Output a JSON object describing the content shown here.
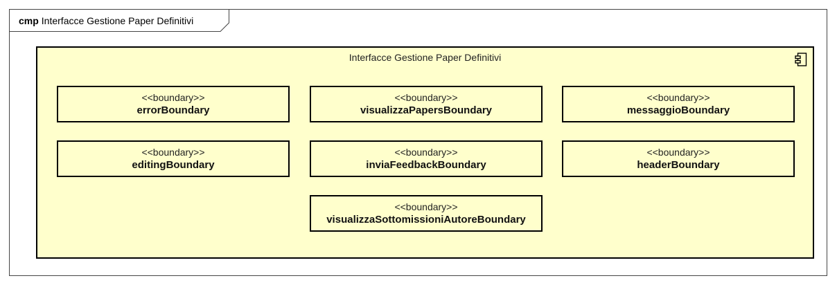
{
  "frame": {
    "kind": "cmp",
    "title": "Interfacce Gestione Paper Definitivi"
  },
  "component": {
    "title": "Interfacce Gestione Paper Definitivi",
    "icon": "component-icon"
  },
  "boundaries": [
    {
      "stereotype": "<<boundary>>",
      "name": "errorBoundary"
    },
    {
      "stereotype": "<<boundary>>",
      "name": "visualizzaPapersBoundary"
    },
    {
      "stereotype": "<<boundary>>",
      "name": "messaggioBoundary"
    },
    {
      "stereotype": "<<boundary>>",
      "name": "editingBoundary"
    },
    {
      "stereotype": "<<boundary>>",
      "name": "inviaFeedbackBoundary"
    },
    {
      "stereotype": "<<boundary>>",
      "name": "headerBoundary"
    },
    {
      "stereotype": "<<boundary>>",
      "name": "visualizzaSottomissioniAutoreBoundary"
    }
  ],
  "colors": {
    "component_fill": "#ffffcc",
    "border": "#000000"
  }
}
